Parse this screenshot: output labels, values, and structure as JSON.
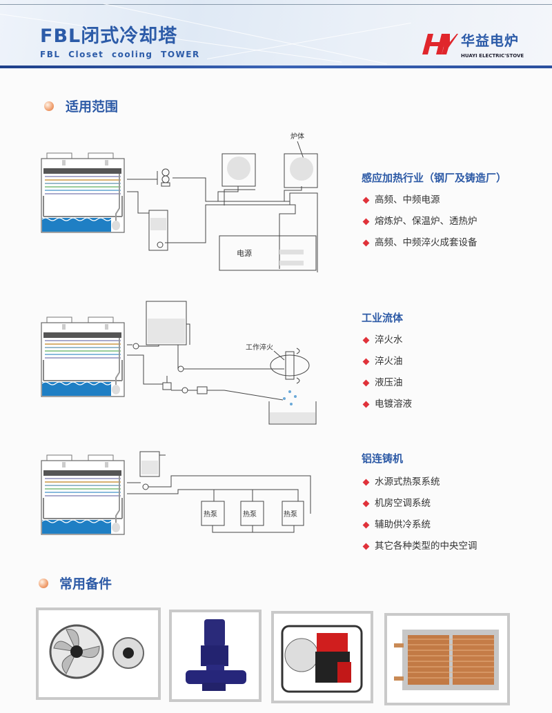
{
  "header": {
    "title": "FBL闭式冷却塔",
    "subtitle": "FBL Closet cooling TOWER",
    "logo_mark": "HY",
    "logo_name": "华益电炉",
    "logo_en": "HUAYI ELECTRIC'STOVE"
  },
  "sections": {
    "application": "适用范围",
    "parts": "常用备件"
  },
  "diagrams": {
    "d1": {
      "furnace_label": "炉体",
      "power_label": "电源"
    },
    "d2": {
      "quench_label": "工作淬火"
    },
    "d3": {
      "heat_pump_labels": [
        "热泵",
        "热泵",
        "热泵"
      ]
    }
  },
  "lists": [
    {
      "heading": "感应加热行业（钢厂及铸造厂）",
      "items": [
        "高频、中频电源",
        "熔炼炉、保温炉、透热炉",
        "高频、中频淬火成套设备"
      ]
    },
    {
      "heading": "工业流体",
      "items": [
        "淬火水",
        "淬火油",
        "液压油",
        "电镀溶液"
      ]
    },
    {
      "heading": "铝连铸机",
      "items": [
        "水源式热泵系统",
        "机房空调系统",
        "辅助供冷系统",
        "其它各种类型的中央空调"
      ]
    }
  ],
  "photos": [
    "axial-fan",
    "vertical-pipeline-pump",
    "engine-water-pump",
    "copper-coil-heat-exchanger"
  ],
  "colors": {
    "brand_blue": "#2d5aa6",
    "bullet_red": "#e0323a",
    "logo_red": "#e0262c",
    "water_blue": "#1f7fc4"
  }
}
